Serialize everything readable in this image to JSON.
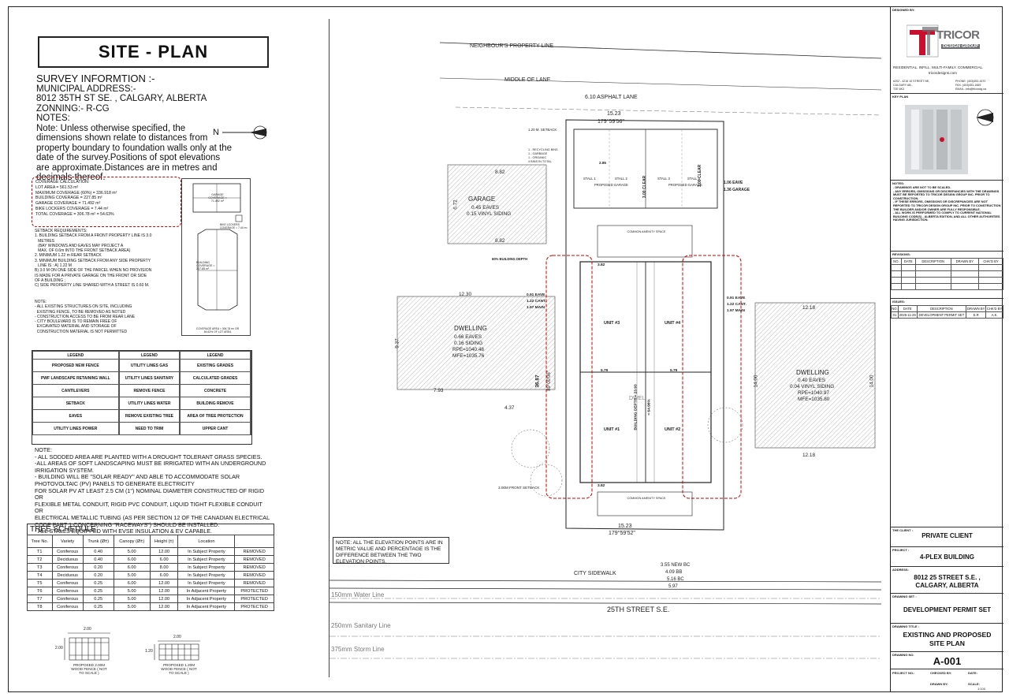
{
  "sheet": {
    "title": "SITE - PLAN",
    "survey": {
      "heading": "SURVEY INFORMTION :-",
      "address_label": "MUNICIPAL ADDRESS:-",
      "address": "8012 35TH ST SE. , CALGARY, ALBERTA",
      "zoning": "ZONNING:-  R-CG",
      "notes_label": "NOTES:",
      "note": "Note: Unless otherwise specified, the dimensions shown relate to distances from property boundary to foundation walls only at the date of the survey.Positions of spot elevations are approximate.Distances are in metres and decimals thereof."
    },
    "north_label": "N",
    "coverage": {
      "heading": "COVERAGE CALCULATION:",
      "lines": [
        "LOT AREA = 561.53 m²",
        "MAXIMUM COVERAGE (60%) = 336.918 m²",
        "BUILDING COVERAGE = 227.85 m²",
        "GARAGE COVERAGE = 71.492 m²",
        "BIKE LOCKERS COVERAGE = 7.44 m²",
        "TOTAL COVERAGE = 306.78 m² = 54.63%"
      ]
    },
    "setbacks": [
      "SETBACK REQUIREMENTS:",
      "1. BUILDING SETBACK FROM A FRONT PROPERTY LINE IS 3.0",
      "   METRES",
      "   (BAY WINDOWS AND EAVES MAY PROJECT A",
      "   MAX. OF 0.6m INTO THE FRONT SETBACK AREA)",
      "2. MINIMUM 1.22 m REAR SETBACK",
      "3. MINIMUM BUILDING SETBACK FROM ANY SIDE PROPERTY",
      "   LINE IS : A) 1.22 M",
      "B) 3.0 M ON ONE SIDE OF THE PARCEL WHEN NO PROVISION",
      "IS MADE FOR A PRIVATE GARAGE ON THE FRONT OR SIDE",
      "OF A BUILDING ;",
      "C) SIDE PROPERTY LINE SHARED WITH A STREET IS 0.60 M."
    ],
    "note_block": [
      "NOTE:",
      "- ALL EXISTING STRUCTURES ON SITE, INCLUDING",
      "  EXISTING FENCE, TO BE REMOVED AS NOTED",
      "- CONSTRUCTION ACCESS TO BE FROM REAR LANE",
      "- CITY BOULEVARD IS TO REMAIN FREE OF",
      "  EXCAVATED MATERIAL AND STORAGE OF",
      "  CONSTRUCTION MATERIAL IS NOT PERMITTED"
    ],
    "mini_labels": {
      "garage": "GARAGE COVERAGE = 71.492 m²",
      "bike": "BIKE LOCKERS COVERAGE = 7.44 m²",
      "building": "BUILDING COVERAGE = 227.85 m²",
      "total": "COVERAGE AREA = 306.78 m² OR 54.63% OF LOT AREA"
    },
    "legend": {
      "header": "LEGEND",
      "rows": [
        [
          "PROPOSED NEW FENCE",
          "UTILITY LINES GAS",
          "EXISTING GRADES"
        ],
        [
          "PWF LANDSCAPE RETAINING WALL",
          "UTILITY LINES SANITARY",
          "CALCULATED GRADES"
        ],
        [
          "CANTILEVERS",
          "REMOVE FENCE",
          "CONCRETE"
        ],
        [
          "SETBACK",
          "UTILITY LINES WATER",
          "BUILDING REMOVE"
        ],
        [
          "EAVES",
          "REMOVE EXISTING TREE",
          "AREA OF TREE PROTECTION"
        ],
        [
          "UTILITY LINES POWER",
          "NEED TO TRIM",
          "UPPER CANT"
        ]
      ]
    },
    "note2": [
      "NOTE:",
      "- ALL SODDED AREA ARE PLANTED WITH A DROUGHT TOLERANT GRASS SPECIES.",
      "-ALL AREAS OF SOFT LANDSCAPING MUST BE IRRIGATED WITH AN UNDERGROUND",
      "IRRIGATION SYSTEM.",
      "- BUILDING WILL BE \"SOLAR READY\" AND ABLE TO ACCOMMODATE SOLAR",
      "PHOTOVOLTAIC (PV) PANELS TO GENERATE ELECTRICITY",
      "FOR SOLAR PV AT LEAST 2.5 CM (1\") NOMINAL DIAMETER CONSTRUCTED OF RIGID OR",
      "FLEXIBLE METAL CONDUIT, RIGID PVC CONDUIT, LIQUID TIGHT FLEXIBLE CONDUIT OR",
      "ELECTRICAL METALLIC TUBING (AS PER SECTION 12 OF THE CANADIAN ELECTRICAL",
      "CODE PART 1 CONCERNING \"RACEWAYS\") SHOULD BE INSTALLED.",
      "- ALL STALLS EQUIPPED WITH EVSE INSULATION & EV CAPABLE."
    ],
    "trees": {
      "heading": "TREE SCHEDULE:",
      "columns": [
        "Tree No.",
        "Variety",
        "Trunk (Ø±)",
        "Canopy (Ø±)",
        "Height (±)",
        "Location",
        ""
      ],
      "rows": [
        [
          "T1",
          "Coniferous",
          "0.40",
          "5.00",
          "12.00",
          "In Subject Property",
          "REMOVED"
        ],
        [
          "T2",
          "Deciduous",
          "0.40",
          "6.00",
          "6.00",
          "In Subject Property",
          "REMOVED"
        ],
        [
          "T3",
          "Coniferous",
          "0.20",
          "6.00",
          "8.00",
          "In Subject Property",
          "REMOVED"
        ],
        [
          "T4",
          "Deciduous",
          "0.20",
          "5.00",
          "6.00",
          "In Subject Property",
          "REMOVED"
        ],
        [
          "T5",
          "Coniferous",
          "0.25",
          "6.00",
          "12.00",
          "In Subject Property",
          "REMOVED"
        ],
        [
          "T6",
          "Coniferous",
          "0.25",
          "5.00",
          "12.00",
          "In Adjacent Property",
          "PROTECTED"
        ],
        [
          "T7",
          "Coniferous",
          "0.25",
          "5.00",
          "12.00",
          "In Adjacent Property",
          "PROTECTED"
        ],
        [
          "T8",
          "Coniferous",
          "0.25",
          "5.00",
          "12.00",
          "In Adjacent Property",
          "PROTECTED"
        ]
      ]
    },
    "fences": {
      "a_dim": "2.00",
      "a_h": "2.00",
      "a_label": "PROPOSED 2.00M WOOD FENCE ( NOT TO SCALE )",
      "b_dim": "2.00",
      "b_h": "1.20",
      "b_label": "PROPOSED 1.20M WOOD FENCE ( NOT TO SCALE )"
    }
  },
  "plan": {
    "neighbour_line": "NEIGHBOUR'S PROPERTY LINE",
    "middle_lane": "MIDDLE OF LANE",
    "asphalt_lane": "6.10 ASPHALT LANE",
    "top_dim": "15.23",
    "top_bearing": "179°59'56\"",
    "bottom_dim": "15.23",
    "bottom_bearing": "179°59'52\"",
    "setback_rear": "1.20 M. SETBACK",
    "garage_existing": "GARAGE",
    "garage_eaves": "0.45 EAVES",
    "garage_siding": "0.15 VINYL SIDING",
    "dim_882": "8.82",
    "dim_882b": "8.82",
    "dim_672": "6.72",
    "dwelling_left": "DWELLING",
    "dwelling_left_eaves": "0.66 EAVES",
    "dwelling_left_siding": "0.16 SIDING",
    "dwelling_left_rpe": "RPE=1040.48",
    "dwelling_left_mfe": "MFE=1035.76",
    "dim_1230": "12.30",
    "dim_937": "9.37",
    "dim_793": "7.93",
    "dim_437": "4.37",
    "dwelling_right": "DWELLING",
    "dwelling_right_eaves": "0.40 EAVES",
    "dwelling_right_siding": "0.04 VINYL SIDING",
    "dwelling_right_rpe": "RPE=1040.97",
    "dwelling_right_mfe": "MFE=1035.80",
    "dim_1218": "12.18",
    "dim_1218b": "12.18",
    "dim_1400": "14.00",
    "dim_1400b": "14.00",
    "stall1": "STALL 1",
    "stall2": "STALL 2",
    "stall3": "STALL 3",
    "stall4": "STALL 4",
    "clear1": "3.00 CLEAR",
    "clear2": "3.00 CLEAR",
    "prop_garage_a": "PROPOSED GARAGE",
    "prop_garage_b": "PROPOSED GARAGE",
    "dim_285": "2.85",
    "dim_610": "6.10",
    "dim_106": "1.06 EAVE",
    "dim_136": "1.36 GARAGE",
    "bins": "1 - RECYCLING BINS\n1 - GARBAGE\n1 - ORGANIC\n4 BINS IN TOTAL",
    "building_depth": "60% BUILDING DEPTH",
    "common_top": "COMMON AMENITY SPACE",
    "common_bottom": "COMMON AMENITY SPACE",
    "unit1": "UNIT #1",
    "unit2": "UNIT #2",
    "unit3": "UNIT #3",
    "unit4": "UNIT #4",
    "depth": "BUILDING DEPTH = 23.93",
    "depth_pct": "= 64.96%",
    "dim_579": "5.79",
    "dim_579b": "5.79",
    "dim_382": "3.82",
    "dim_382b": "3.82",
    "dim_3687": "36.87",
    "bearing_side": "89°00'06\"",
    "eave_l": "0.91 EAVE",
    "cant_l": "1.22 CANT.",
    "main_l": "1.97 MAIN",
    "eave_r": "0.91 EAVE",
    "cant_r": "1.22 CANT.",
    "main_r": "1.97 MAIN",
    "front_setback": "3.00M FRONT SETBACK",
    "city_sidewalk": "CITY SIDEWALK",
    "street": "25TH STREET S.E.",
    "new_bc": "3.55 NEW BC",
    "bc_409": "4.09 BB",
    "bc_516": "5.16 BC",
    "dim_597": "5.97",
    "water": "150mm Water Line",
    "sanitary": "250mm Sanitary Line",
    "storm": "375mm Storm Line",
    "elev_note": "NOTE: ALL THE ELEVATION POINTS ARE IN METRIC VALUE AND PERCENTAGE IS THE DIFFERENCE BETWEEN THE TWO ELEVATION POINTS.",
    "dwe": "DWEL"
  },
  "titleblock": {
    "designed_by": "DESIGNED BY:",
    "company": "TRICOR",
    "company_sub": "DESIGN GROUP",
    "tagline": "RESIDENTIAL. INFILL. MULTI-FAMILY. COMMERCIAL.",
    "website": "tricordesigns.com",
    "address1": "#202 - 4216 10 STREET NE,",
    "address2": "CALGARY AB.,",
    "address3": "T2E 6K3",
    "phone": "PHONE: (403)453-1670",
    "fax": "FAX: (403)453-1669",
    "email": "EMAIL: info@tricordg.ca",
    "key_plan": "KEY PLAN",
    "notes_heading": "NOTES:",
    "notes": [
      "- DRAWINGS ARE NOT TO BE SCALED.",
      "- ANY ERRORS, OMISSIONS OR DISCREPANCIES WITH THE DRAWINGS MUST BE REPORTED TO TRICOR DESIGN GROUP INC. PRIOR TO CONSTRUCTION.",
      "- IF THESE ERRORS, OMISSIONS OR DISCREPANCIES ARE NOT REPORTED TO TRICOR DESIGN GROUP INC. PRIOR TO CONSTRUCTION THE BUILDER AND/OR OWNER ARE FULLY RESPONSIBLE.",
      "- ALL WORK IS PERFORMED TO COMPLY TO CURRENT NATIONAL BUILDING CODE(S) - ALBERTA EDITION, AND ALL OTHER AUTHORITIES HAVING JURISDICTION."
    ],
    "revisions": "REVISIONS:",
    "issues": "ISSUES:",
    "rev_cols": [
      "NO.",
      "DATE",
      "DESCRIPTION",
      "DRAWN BY",
      "CHK'D BY"
    ],
    "issue_row": [
      "01",
      "2025-11-25",
      "DEVELOPMENT PERMIT SET",
      "E.R",
      "A.K."
    ],
    "client_label": "THE CLIENT :",
    "client": "PRIVATE CLIENT",
    "project_label": "PROJECT :",
    "project": "4-PLEX BUILDING",
    "address_label": "ADDRESS:",
    "address_l1": "8012 25 STREET S.E. ,",
    "address_l2": "CALGARY, ALBERTA",
    "drawing_set_label": "DRAWING SET :",
    "drawing_set": "DEVELOPMENT  PERMIT SET",
    "drawing_title_label": "DRAWING TITLE :",
    "drawing_title_l1": "EXISTING AND PROPOSED",
    "drawing_title_l2": "SITE PLAN",
    "drawing_no_label": "DRAWING NO.",
    "drawing_no": "A-001",
    "project_no": "PROJECT NO.:",
    "checked_by": "CHECKED BY:",
    "date": "DATE:",
    "drawn_by": "DRAWN BY:",
    "scale_label": "SCALE:",
    "scale": "1:100"
  },
  "colors": {
    "line": "#222222",
    "red_dash": "#cc0000",
    "hatch": "#bbbbbb",
    "logo_red": "#c8102e",
    "logo_gray": "#6d6e71"
  }
}
